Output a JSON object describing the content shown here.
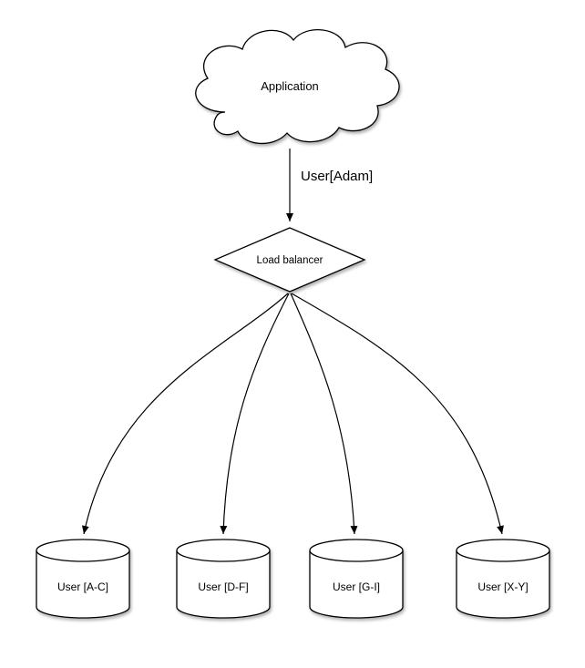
{
  "diagram": {
    "title": "sharding-load-balancer-diagram",
    "application": {
      "label": "Application"
    },
    "request_edge": {
      "label": "User[Adam]"
    },
    "load_balancer": {
      "label": "Load balancer"
    },
    "shards": [
      {
        "label": "User [A-C]"
      },
      {
        "label": "User [D-F]"
      },
      {
        "label": "User [G-I]"
      },
      {
        "label": "User [X-Y]"
      }
    ],
    "colors": {
      "stroke": "#000000",
      "fill": "#ffffff",
      "background": "#ffffff"
    }
  }
}
